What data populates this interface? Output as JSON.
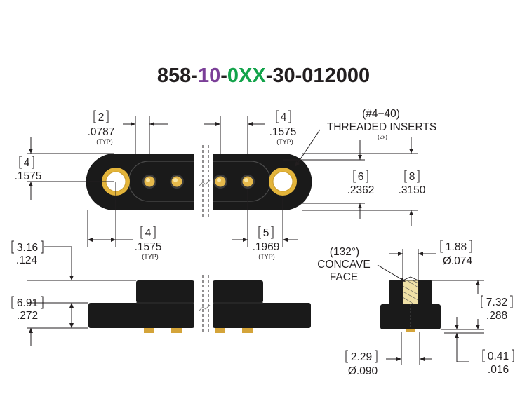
{
  "title": {
    "part1": "858-",
    "part2": "10",
    "part3": "-",
    "part4": "0XX",
    "part5": "-30-012000",
    "color_black": "#231f20",
    "color_purple": "#7b3f98",
    "color_green": "#12a34a"
  },
  "colors": {
    "body": "#1a1a1a",
    "gold_outer": "#e3b43a",
    "gold_inner": "#f6dd7e",
    "insert_fill": "#efe0a6"
  },
  "dims": {
    "d1_mm": "2",
    "d1_in": ".0787",
    "d1_typ": "(TYP)",
    "d2_mm": "4",
    "d2_in": ".1575",
    "d2_typ": "(TYP)",
    "insert_line1": "(#4−40)",
    "insert_line2": "THREADED  INSERTS",
    "insert_line3": "(2x)",
    "d3_mm": "4",
    "d3_in": ".1575",
    "d4_mm": "6",
    "d4_in": ".2362",
    "d5_mm": "8",
    "d5_in": ".3150",
    "d6_mm": "4",
    "d6_in": ".1575",
    "d6_typ": "(TYP)",
    "d7_mm": "5",
    "d7_in": ".1969",
    "d7_typ": "(TYP)",
    "d8_mm": "3.16",
    "d8_in": ".124",
    "d9_mm": "6.91",
    "d9_in": ".272",
    "concave_line1": "(132°)",
    "concave_line2": "CONCAVE",
    "concave_line3": "FACE",
    "d10_mm": "1.88",
    "d10_in": "Ø.074",
    "d11_mm": "7.32",
    "d11_in": ".288",
    "d12_mm": "2.29",
    "d12_in": "Ø.090",
    "d13_mm": "0.41",
    "d13_in": ".016"
  }
}
